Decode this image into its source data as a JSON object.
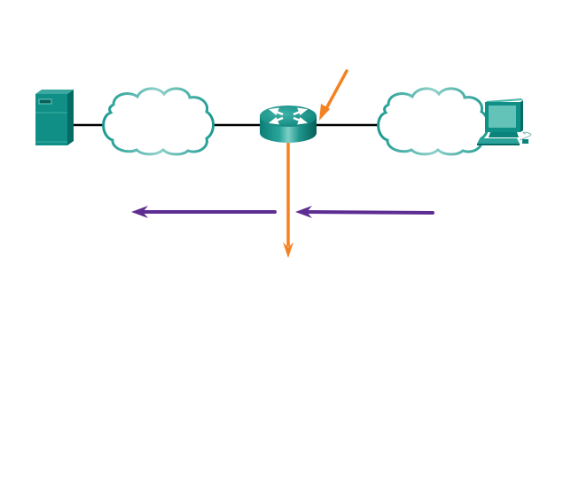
{
  "diagram": {
    "type": "network-topology",
    "nodes": [
      {
        "id": "server",
        "kind": "server",
        "label": ""
      },
      {
        "id": "cloud-left",
        "kind": "cloud",
        "label": ""
      },
      {
        "id": "router",
        "kind": "router",
        "label": ""
      },
      {
        "id": "cloud-right",
        "kind": "cloud",
        "label": ""
      },
      {
        "id": "pc",
        "kind": "workstation",
        "label": ""
      }
    ],
    "links": [
      {
        "from": "server",
        "to": "cloud-left"
      },
      {
        "from": "cloud-left",
        "to": "router"
      },
      {
        "from": "router",
        "to": "cloud-right"
      },
      {
        "from": "cloud-right",
        "to": "pc"
      }
    ],
    "annotations": [
      {
        "id": "pointer-arrow",
        "kind": "arrow",
        "color": "#f58220",
        "points_to": "router",
        "direction": "down-left"
      },
      {
        "id": "router-down-arrow",
        "kind": "arrow",
        "color": "#f58220",
        "from": "router",
        "direction": "down"
      },
      {
        "id": "flow-arrow-left",
        "kind": "arrow",
        "color": "#5e2d91",
        "direction": "left"
      },
      {
        "id": "flow-arrow-right",
        "kind": "arrow",
        "color": "#5e2d91",
        "direction": "left"
      }
    ],
    "colors": {
      "device_teal": "#0f8f86",
      "device_dark": "#06665f",
      "device_light": "#4fb8ae",
      "cloud_stroke": "#2aa39a",
      "link": "#000000",
      "orange": "#f58220",
      "purple": "#5e2d91"
    }
  }
}
